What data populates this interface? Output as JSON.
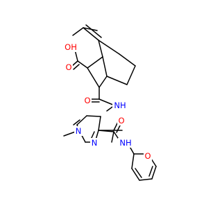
{
  "structure": {
    "atoms": [
      {
        "id": "o-carboxyl-oh",
        "label": "OH",
        "color": "#ff0000"
      },
      {
        "id": "o-carboxyl-carbonyl",
        "label": "O",
        "color": "#ff0000"
      },
      {
        "id": "o-amide-1",
        "label": "O",
        "color": "#ff0000"
      },
      {
        "id": "nh-amide-1",
        "label": "NH",
        "color": "#0000ff"
      },
      {
        "id": "o-amide-2",
        "label": "O",
        "color": "#ff0000"
      },
      {
        "id": "n-pyrazole-1",
        "label": "N",
        "color": "#0000ff"
      },
      {
        "id": "n-pyrazole-2",
        "label": "N",
        "color": "#0000ff"
      },
      {
        "id": "nh-amide-2",
        "label": "NH",
        "color": "#0000ff"
      },
      {
        "id": "o-furan",
        "label": "O",
        "color": "#ff0000"
      }
    ]
  }
}
